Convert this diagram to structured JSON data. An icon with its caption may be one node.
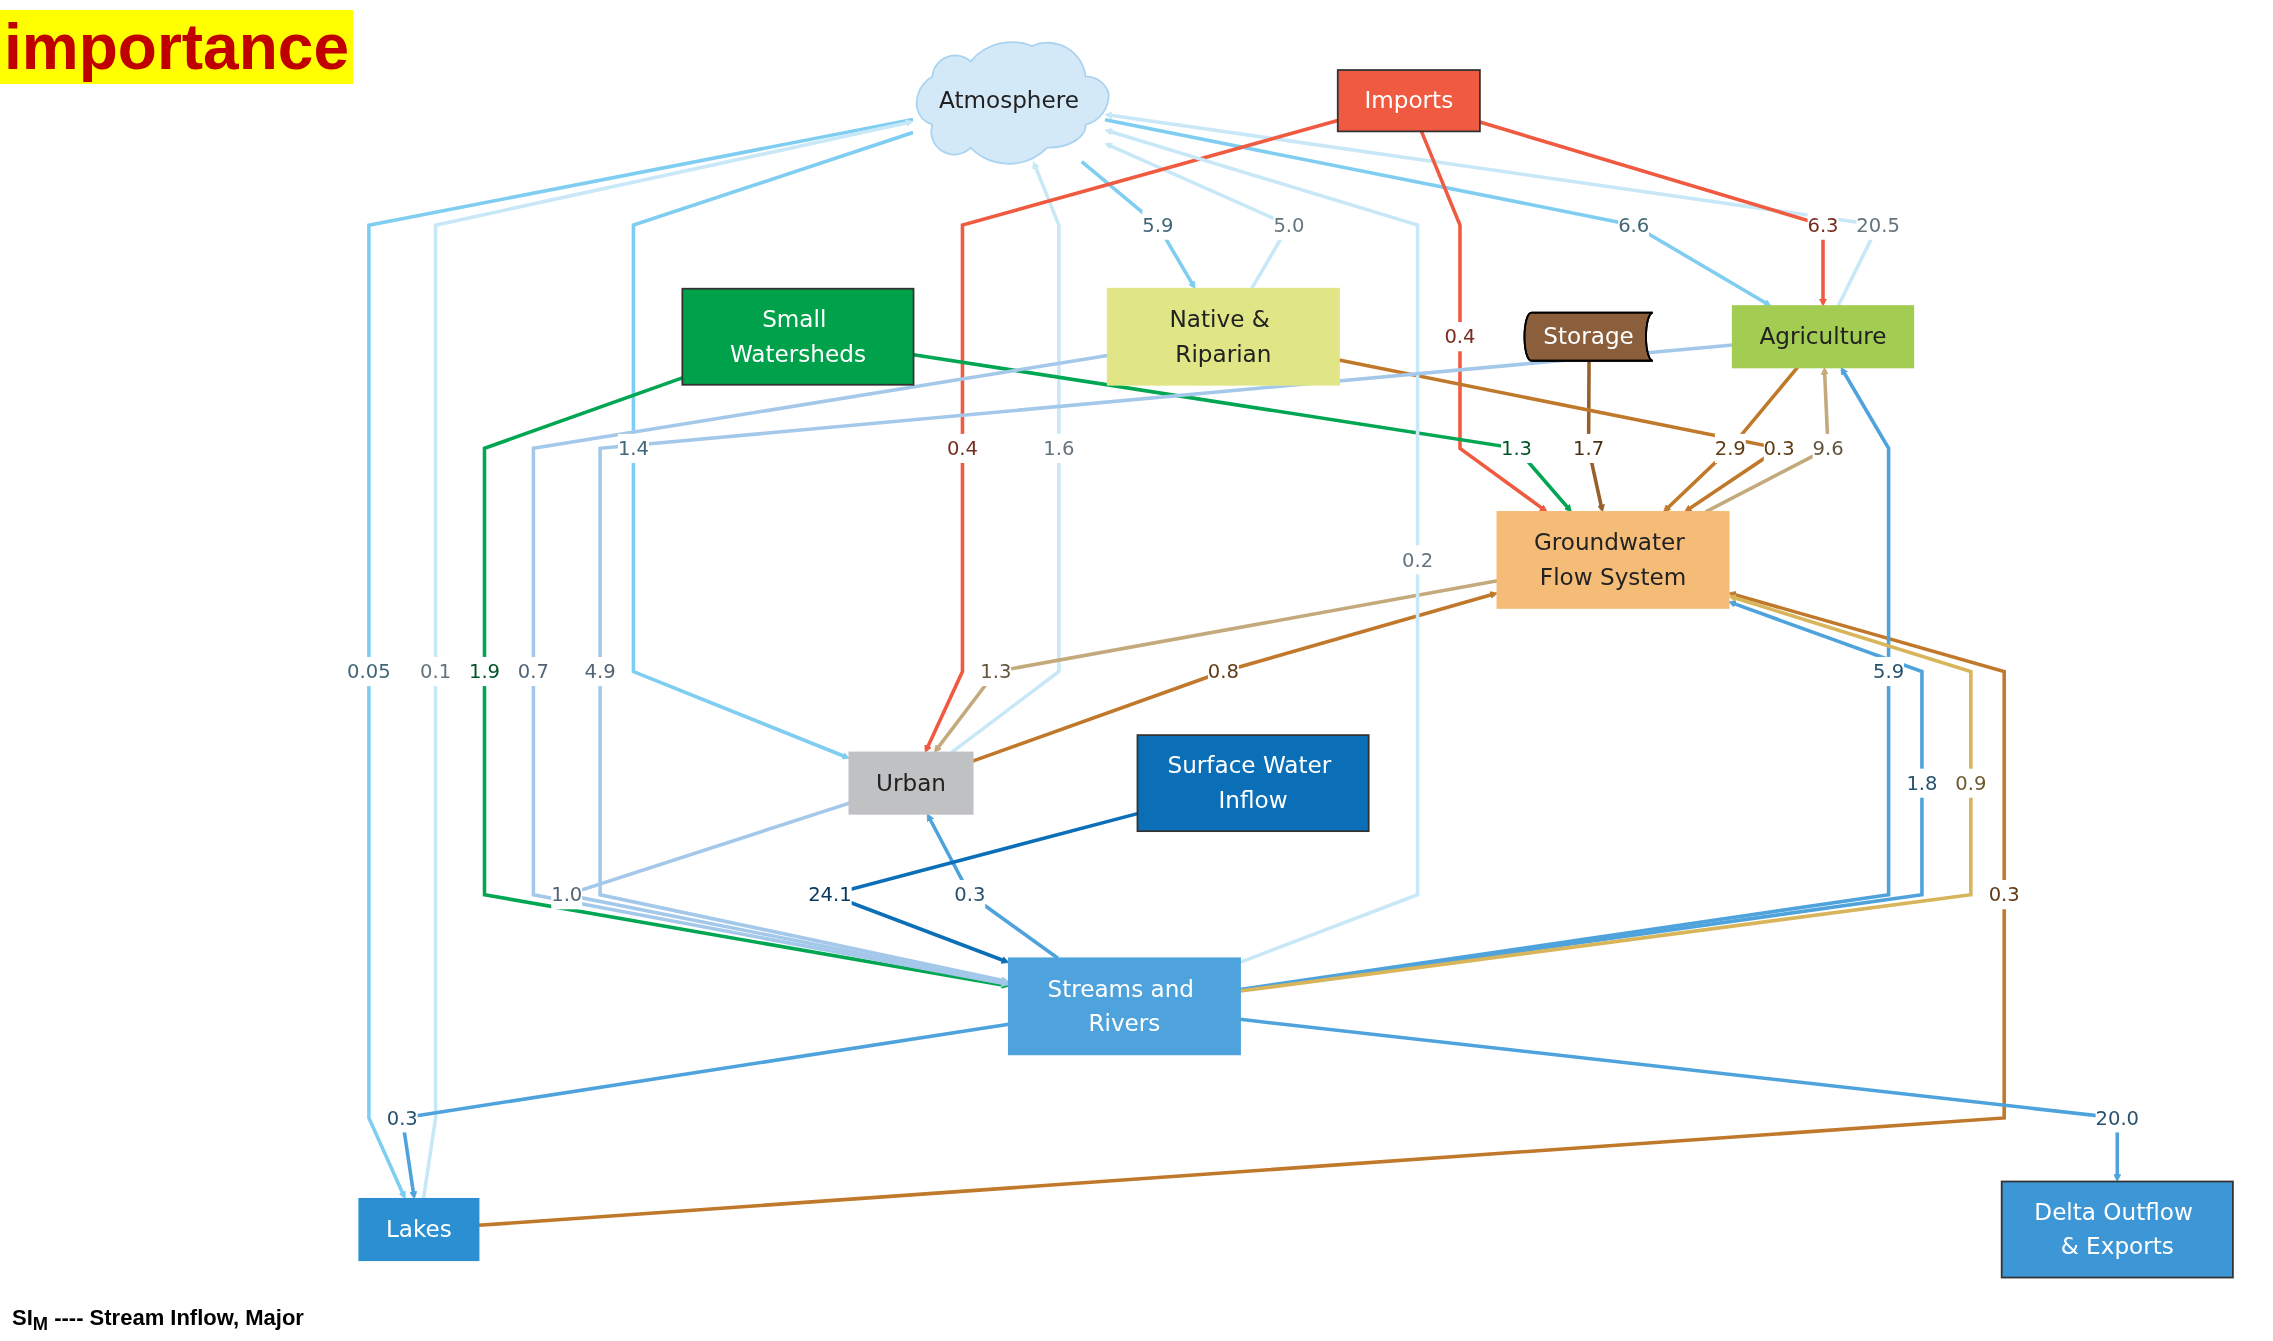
{
  "diagram": {
    "nodes": [
      {
        "text": [
          "Atmosphere"
        ]
      },
      {
        "text": [
          "Imports"
        ]
      },
      {
        "text": [
          "Agriculture"
        ]
      },
      {
        "text": [
          "Native & Riparian"
        ]
      },
      {
        "text": [
          "Urban"
        ]
      },
      {
        "text": [
          "Lakes"
        ]
      },
      {
        "text": [
          "Small Watersheds"
        ]
      },
      {
        "text": [
          "Groundwater Flow System"
        ]
      },
      {
        "text": [
          "Storage"
        ]
      },
      {
        "text": [
          "Surface Water Inflow"
        ]
      },
      {
        "text": [
          "Streams and Rivers"
        ]
      },
      {
        "text": [
          "Delta Outflow & Exports"
        ]
      }
    ],
    "edges": [
      {
        "from": 0,
        "to": 2,
        "arrow": "to",
        "label": "6.6",
        "color": "#7fcdf0"
      },
      {
        "from": 2,
        "to": 0,
        "arrow": "to",
        "label": "20.5",
        "color": "#c8e8f8"
      },
      {
        "from": 0,
        "to": 3,
        "arrow": "to",
        "label": "5.9",
        "color": "#7fcdf0"
      },
      {
        "from": 3,
        "to": 0,
        "arrow": "to",
        "label": "5.0",
        "color": "#c8e8f8"
      },
      {
        "from": 0,
        "to": 4,
        "arrow": "to",
        "label": "1.4",
        "color": "#7fcdf0"
      },
      {
        "from": 4,
        "to": 0,
        "arrow": "to",
        "label": "1.6",
        "color": "#c8e8f8"
      },
      {
        "from": 0,
        "to": 5,
        "arrow": "to",
        "label": "0.05",
        "color": "#7fcdf0"
      },
      {
        "from": 5,
        "to": 0,
        "arrow": "to",
        "label": "0.1",
        "color": "#c8e8f8"
      },
      {
        "from": 1,
        "to": 2,
        "arrow": "to",
        "label": "6.3",
        "color": "#f05a40"
      },
      {
        "from": 1,
        "to": 4,
        "arrow": "to",
        "label": "0.4",
        "color": "#f05a40"
      },
      {
        "from": 1,
        "to": 7,
        "arrow": "to",
        "label": "0.4",
        "color": "#f05a40"
      },
      {
        "from": 6,
        "to": 7,
        "arrow": "to",
        "label": "1.3",
        "color": "#00a651"
      },
      {
        "from": 6,
        "to": 10,
        "arrow": "to",
        "label": "1.9",
        "color": "#00a651"
      },
      {
        "from": 8,
        "to": 7,
        "arrow": "to",
        "label": "1.7",
        "color": "#96602a"
      },
      {
        "from": 7,
        "to": 2,
        "arrow": "to",
        "label": "9.6",
        "color": "#c4a97c"
      },
      {
        "from": 2,
        "to": 7,
        "arrow": "to",
        "label": "2.9",
        "color": "#c0782a"
      },
      {
        "from": 3,
        "to": 7,
        "arrow": "to",
        "label": "0.3",
        "color": "#c0782a"
      },
      {
        "from": 3,
        "to": 10,
        "arrow": "to",
        "label": "0.7",
        "color": "#a3c8ea"
      },
      {
        "from": 4,
        "to": 7,
        "arrow": "to",
        "label": "0.8",
        "color": "#c0782a"
      },
      {
        "from": 7,
        "to": 4,
        "arrow": "to",
        "label": "1.3",
        "color": "#c4a97c"
      },
      {
        "from": 4,
        "to": 10,
        "arrow": "to",
        "label": "1.0",
        "color": "#a3c8ea"
      },
      {
        "from": 10,
        "to": 4,
        "arrow": "to",
        "label": "0.3",
        "color": "#4fa3dc"
      },
      {
        "from": 5,
        "to": 7,
        "arrow": "to",
        "label": "0.3",
        "color": "#c0782a"
      },
      {
        "from": 10,
        "to": 5,
        "arrow": "to",
        "label": "0.3",
        "color": "#4fa3dc"
      },
      {
        "from": 10,
        "to": 0,
        "arrow": "to",
        "label": "0.2",
        "color": "#c8e8f8"
      },
      {
        "from": 2,
        "to": 10,
        "arrow": "to",
        "label": "4.9",
        "color": "#a3c8ea"
      },
      {
        "from": 10,
        "to": 2,
        "arrow": "to",
        "label": "5.9",
        "color": "#4fa3dc"
      },
      {
        "from": 10,
        "to": 7,
        "arrow": "to",
        "label": "1.8",
        "color": "#4fa3dc"
      },
      {
        "from": 10,
        "to": 7,
        "arrow": "to",
        "label": "0.9",
        "color": "#d8b45a"
      },
      {
        "from": 9,
        "to": 10,
        "arrow": "to",
        "label": "24.1",
        "color": "#0b6fb8"
      },
      {
        "from": 10,
        "to": 11,
        "arrow": "to",
        "label": "20.0",
        "color": "#4fa3dc"
      }
    ],
    "labels": [
      "importance",
      "SI$_{M}$ ---- Stream Inflow, Major"
    ]
  }
}
